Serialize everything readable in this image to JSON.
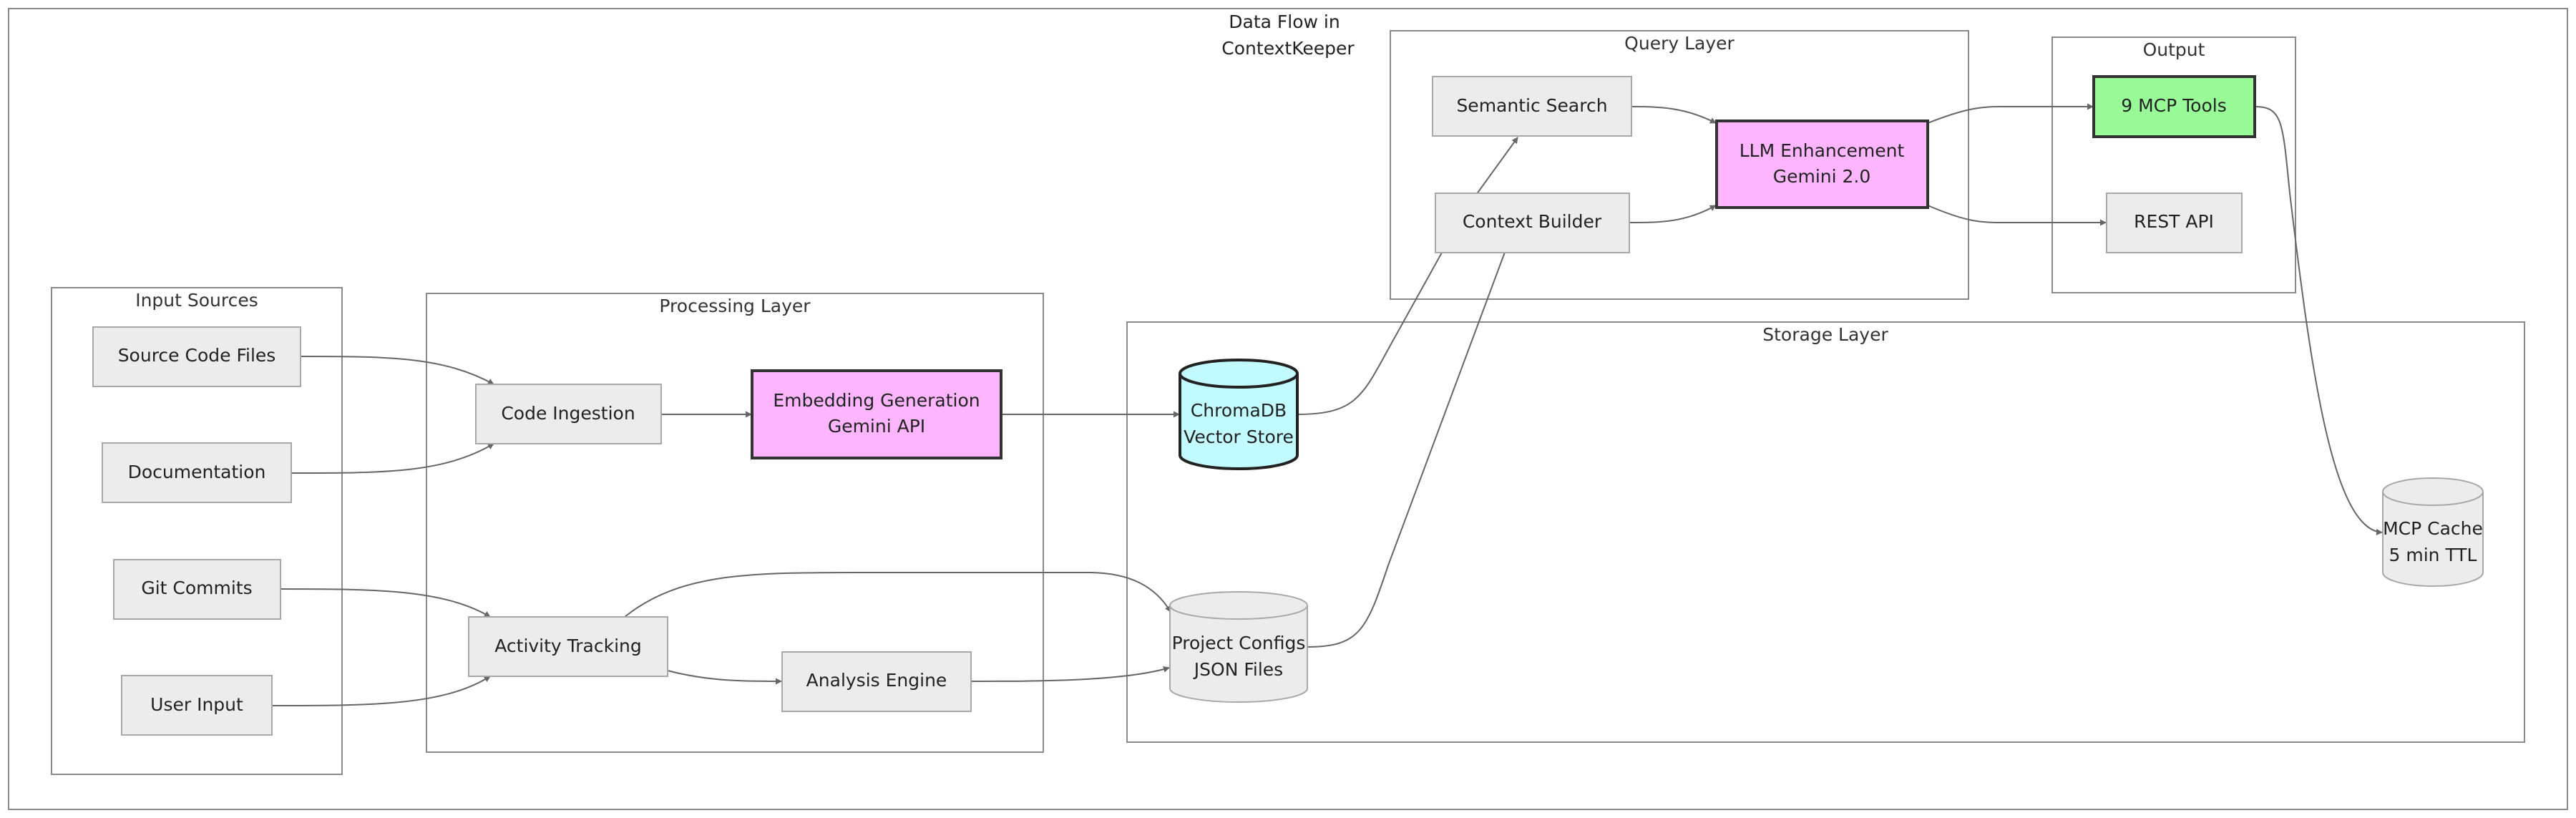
{
  "diagram": {
    "title": [
      "Data Flow in",
      "ContextKeeper"
    ],
    "colors": {
      "node_fill": "#ececec",
      "highlight_fill": "#fdb6fd",
      "output_fill": "#98fb98",
      "vector_store_fill": "#c2fbff",
      "edge_color": "#666666"
    },
    "groups": {
      "input": "Input Sources",
      "processing": "Processing Layer",
      "storage": "Storage Layer",
      "query": "Query Layer",
      "output": "Output"
    },
    "nodes": {
      "source_code": [
        "Source Code Files"
      ],
      "documentation": [
        "Documentation"
      ],
      "git_commits": [
        "Git Commits"
      ],
      "user_input": [
        "User Input"
      ],
      "code_ingestion": [
        "Code Ingestion"
      ],
      "embedding": [
        "Embedding Generation",
        "Gemini API"
      ],
      "activity": [
        "Activity Tracking"
      ],
      "analysis": [
        "Analysis Engine"
      ],
      "chromadb": [
        "ChromaDB",
        "Vector Store"
      ],
      "project_configs": [
        "Project Configs",
        "JSON Files"
      ],
      "semantic_search": [
        "Semantic Search"
      ],
      "context_builder": [
        "Context Builder"
      ],
      "llm": [
        "LLM Enhancement",
        "Gemini 2.0"
      ],
      "mcp_tools": [
        "9 MCP Tools"
      ],
      "rest_api": [
        "REST API"
      ],
      "mcp_cache": [
        "MCP Cache",
        "5 min TTL"
      ]
    },
    "edges": [
      {
        "from": "source_code",
        "to": "code_ingestion"
      },
      {
        "from": "documentation",
        "to": "code_ingestion"
      },
      {
        "from": "git_commits",
        "to": "activity"
      },
      {
        "from": "user_input",
        "to": "activity"
      },
      {
        "from": "code_ingestion",
        "to": "embedding"
      },
      {
        "from": "embedding",
        "to": "chromadb"
      },
      {
        "from": "activity",
        "to": "project_configs"
      },
      {
        "from": "activity",
        "to": "analysis"
      },
      {
        "from": "analysis",
        "to": "project_configs"
      },
      {
        "from": "chromadb",
        "to": "semantic_search"
      },
      {
        "from": "project_configs",
        "to": "context_builder"
      },
      {
        "from": "semantic_search",
        "to": "llm"
      },
      {
        "from": "context_builder",
        "to": "llm"
      },
      {
        "from": "llm",
        "to": "mcp_tools"
      },
      {
        "from": "llm",
        "to": "rest_api"
      },
      {
        "from": "mcp_tools",
        "to": "mcp_cache"
      }
    ]
  }
}
